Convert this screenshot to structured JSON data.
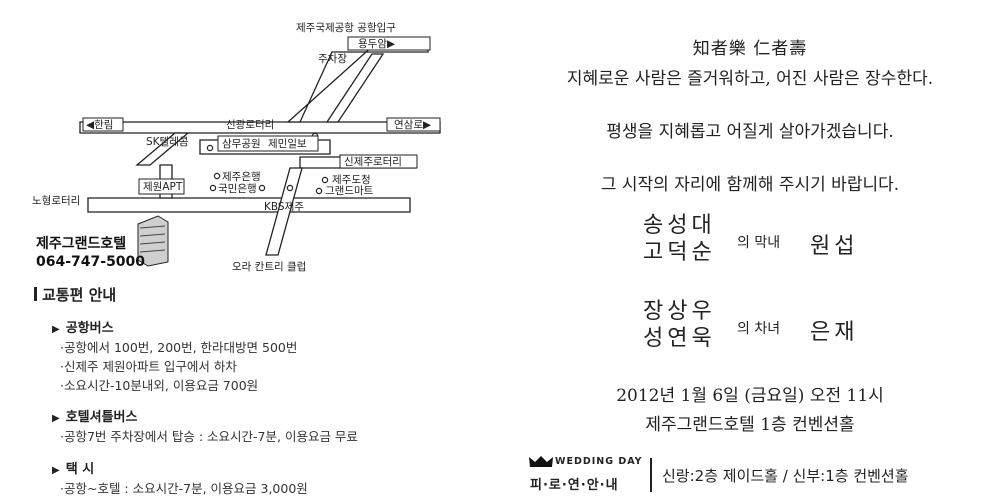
{
  "map": {
    "labels": {
      "airport_entrance": "제주국제공항 공항입구",
      "yongduam": "용두암▶",
      "parking": "주차장",
      "hallim": "◀한림",
      "singwang_rotary": "신광로터리",
      "yeonsamro": "연삼로▶",
      "sk_telecom": "SK텔레콤",
      "samu_park": "삼무공원",
      "jemin_ilbo": "제민일보",
      "sinjeju_rotary": "신제주로터리",
      "jeju_bank": "제주은행",
      "jeju_dochung": "제주도청",
      "jewon_apt": "제원APT",
      "kookmin_bank": "국민은행",
      "grand_mart": "그랜드마트",
      "nohyeong_rotary": "노형로터리",
      "kbs_jeju": "KBS제주",
      "hotel_name": "제주그랜드호텔",
      "hotel_phone": "064-747-5000",
      "ora_country_club": "오라 칸트리 클럽"
    }
  },
  "transport": {
    "title": "교통편 안내",
    "sections": [
      {
        "title": "공항버스",
        "lines": [
          "·공항에서 100번, 200번, 한라대방면 500번",
          "·신제주 제원아파트 입구에서 하차",
          "·소요시간-10분내외, 이용요금 700원"
        ]
      },
      {
        "title": "호텔셔틀버스",
        "lines": [
          "·공항7번 주차장에서 탑승 : 소요시간-7분, 이용요금 무료"
        ]
      },
      {
        "title": "택  시",
        "lines": [
          "·공항~호텔 : 소요시간-7분, 이용요금 3,000원"
        ]
      }
    ]
  },
  "invitation": {
    "hanja": "知者樂 仁者壽",
    "quote": "지혜로운 사람은 즐거워하고, 어진 사람은 장수한다.",
    "line2": "평생을 지혜롭고 어질게 살아가겠습니다.",
    "line3": "그 시작의 자리에 함께해 주시기 바랍니다.",
    "groom_parents": [
      "송성대",
      "고덕순"
    ],
    "groom_relation": "의 막내",
    "groom_name": "원섭",
    "bride_parents": [
      "장상우",
      "성연욱"
    ],
    "bride_relation": "의 차녀",
    "bride_name": "은재",
    "datetime": "2012년 1월 6일 (금요일) 오전 11시",
    "venue": "제주그랜드호텔 1층 컨벤션홀"
  },
  "footer": {
    "wedding_day": "WEDDING DAY",
    "reception": "피·로·연·안·내",
    "halls": "신랑:2층 제이드홀 / 신부:1층 컨벤션홀"
  }
}
